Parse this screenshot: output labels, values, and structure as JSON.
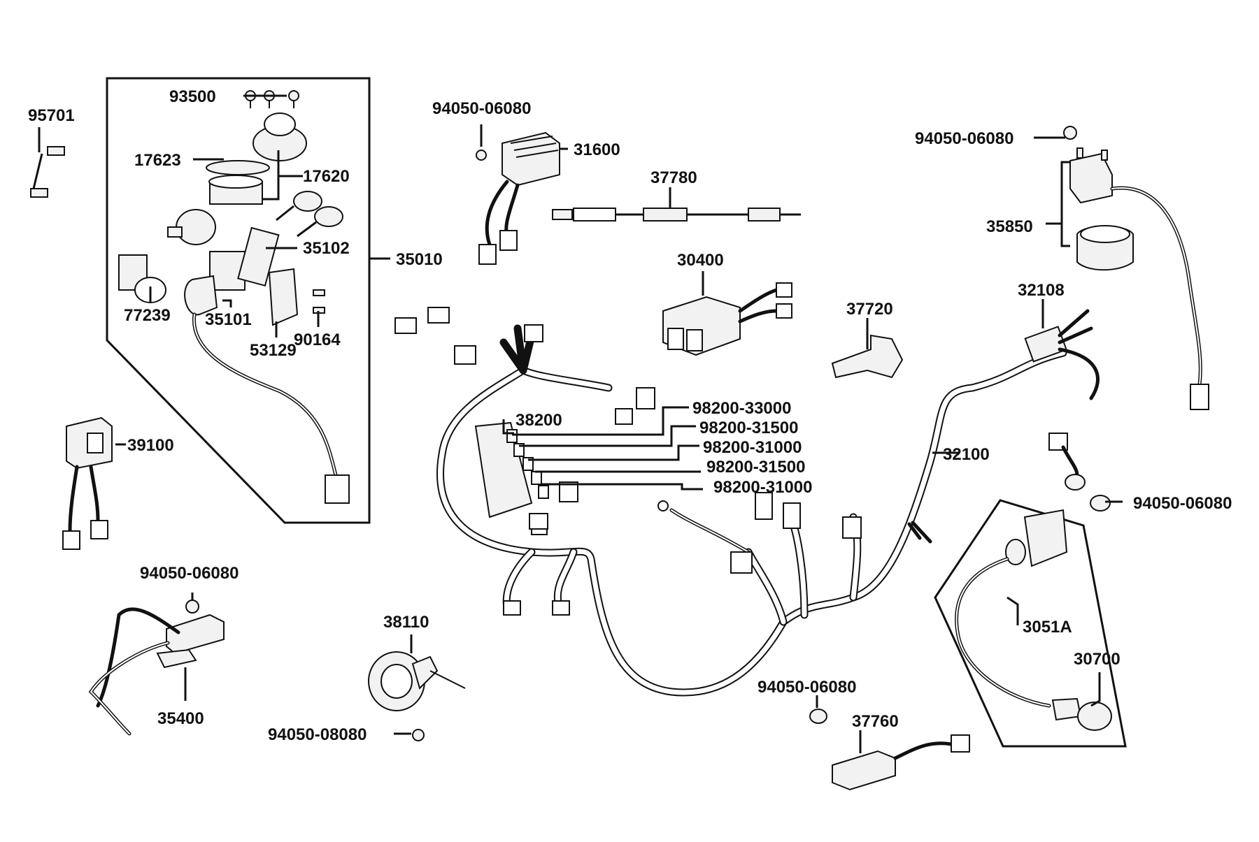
{
  "labels": {
    "l95701": "95701",
    "l93500": "93500",
    "l17623": "17623",
    "l17620": "17620",
    "l35102": "35102",
    "l35010": "35010",
    "l77239": "77239",
    "l35101": "35101",
    "l53129": "53129",
    "l90164": "90164",
    "l39100": "39100",
    "l94050_a": "94050-06080",
    "l31600": "31600",
    "l37780": "37780",
    "l30400": "30400",
    "l94050_b": "94050-06080",
    "l35850": "35850",
    "l37720": "37720",
    "l32108": "32108",
    "l38200": "38200",
    "l98200_1": "98200-33000",
    "l98200_2": "98200-31500",
    "l98200_3": "98200-31000",
    "l98200_4": "98200-31500",
    "l98200_5": "98200-31000",
    "l32100": "32100",
    "l94050_c": "94050-06080",
    "l94050_d": "94050-06080",
    "l35400": "35400",
    "l38110": "38110",
    "l94050_e": "94050-08080",
    "l94050_f": "94050-06080",
    "l37760": "37760",
    "l3051A": "3051A",
    "l30700": "30700"
  }
}
